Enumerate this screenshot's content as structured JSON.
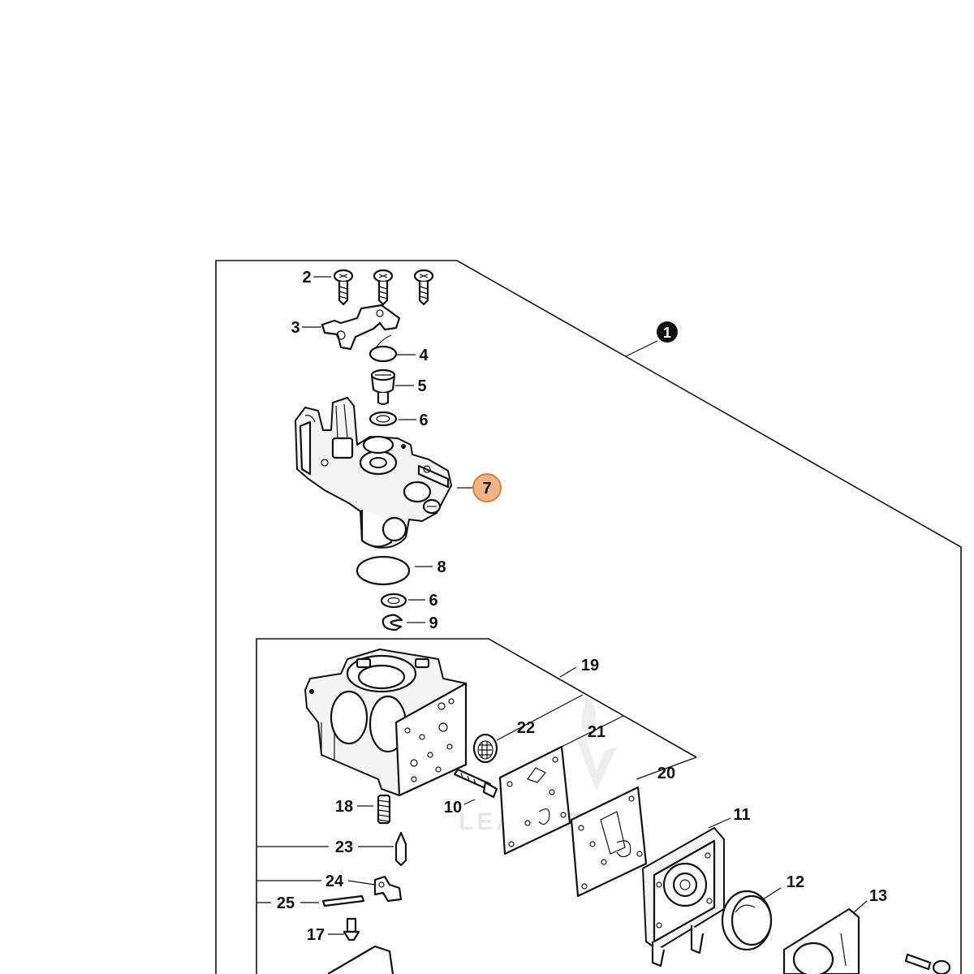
{
  "assembly_marker": "1",
  "highlight_color": "#f0b386",
  "highlighted_part": "7",
  "watermark": "LEA   TURE",
  "labels": {
    "p2": "2",
    "p3": "3",
    "p4": "4",
    "p5": "5",
    "p6a": "6",
    "p7": "7",
    "p8": "8",
    "p6b": "6",
    "p9": "9",
    "p19": "19",
    "p22": "22",
    "p21": "21",
    "p20": "20",
    "p11": "11",
    "p10": "10",
    "p18": "18",
    "p23": "23",
    "p24": "24",
    "p25": "25",
    "p17": "17",
    "p12": "12",
    "p13": "13"
  }
}
